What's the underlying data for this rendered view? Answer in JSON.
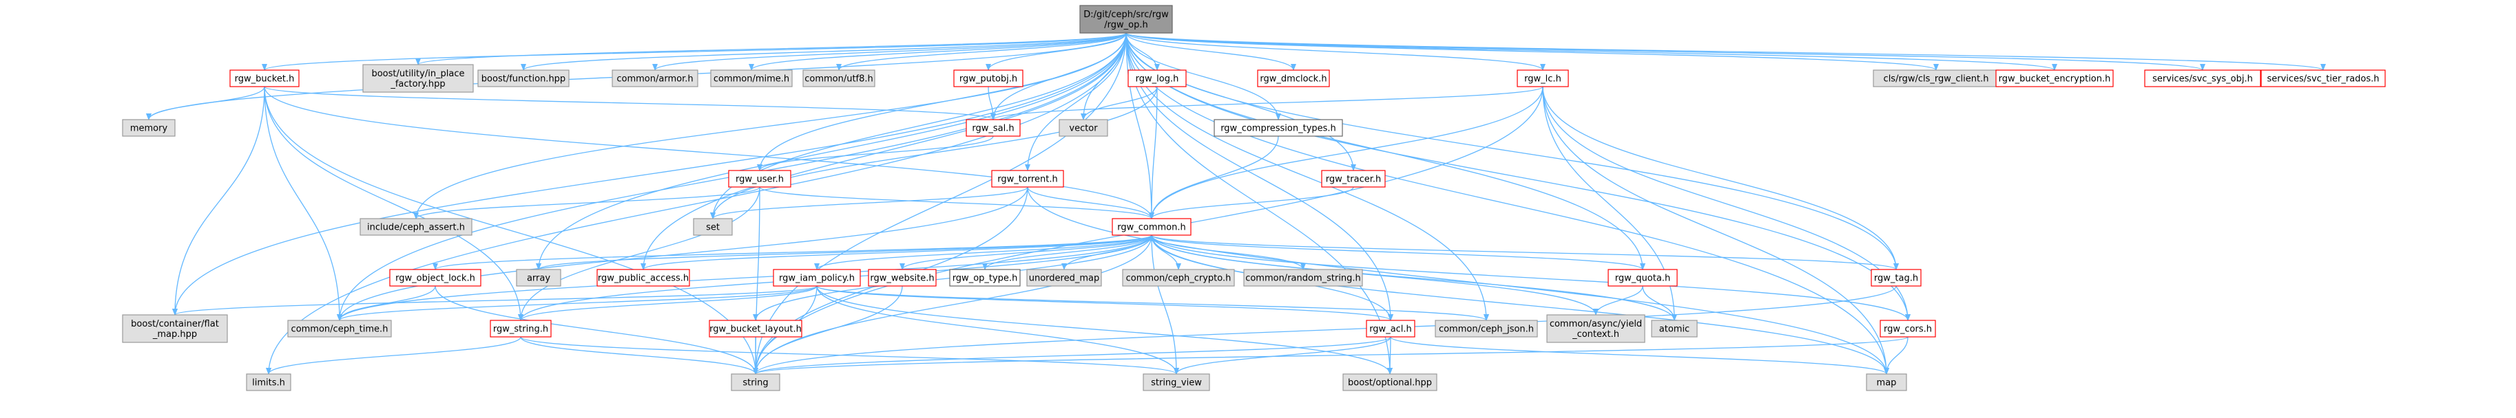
{
  "title": "rgw_op.h include dependency graph",
  "colors": {
    "edge": "#63b8ff",
    "edge_head": "#63b8ff",
    "node_gray_fill": "#e0e0e0",
    "node_gray_stroke": "#999999",
    "node_white_stroke": "#ff0000",
    "node_root_fill": "#999999",
    "node_root_stroke": "#666666",
    "text": "#000000"
  },
  "nodes": {
    "rgw_op": {
      "lines": [
        "D:/git/ceph/src/rgw",
        "/rgw_op.h"
      ],
      "style": "root"
    },
    "rgw_bucket": {
      "lines": [
        "rgw_bucket.h"
      ],
      "style": "red"
    },
    "boost_utility": {
      "lines": [
        "boost/utility/in_place",
        "_factory.hpp"
      ],
      "style": "gray"
    },
    "boost_function": {
      "lines": [
        "boost/function.hpp"
      ],
      "style": "gray"
    },
    "common_armor": {
      "lines": [
        "common/armor.h"
      ],
      "style": "gray"
    },
    "common_mime": {
      "lines": [
        "common/mime.h"
      ],
      "style": "gray"
    },
    "common_utf8": {
      "lines": [
        "common/utf8.h"
      ],
      "style": "gray"
    },
    "rgw_putobj": {
      "lines": [
        "rgw_putobj.h"
      ],
      "style": "red"
    },
    "rgw_log": {
      "lines": [
        "rgw_log.h"
      ],
      "style": "red"
    },
    "rgw_dmclock": {
      "lines": [
        "rgw_dmclock.h"
      ],
      "style": "red"
    },
    "rgw_lc": {
      "lines": [
        "rgw_lc.h"
      ],
      "style": "red"
    },
    "cls_rgw_client": {
      "lines": [
        "cls/rgw/cls_rgw_client.h"
      ],
      "style": "gray"
    },
    "rgw_bucket_encryption": {
      "lines": [
        "rgw_bucket_encryption.h"
      ],
      "style": "red"
    },
    "services_sys_obj": {
      "lines": [
        "services/svc_sys_obj.h"
      ],
      "style": "red"
    },
    "services_tier_rados": {
      "lines": [
        "services/svc_tier_rados.h"
      ],
      "style": "red"
    },
    "memory": {
      "lines": [
        "memory"
      ],
      "style": "gray"
    },
    "rgw_sal": {
      "lines": [
        "rgw_sal.h"
      ],
      "style": "red"
    },
    "vector": {
      "lines": [
        "vector"
      ],
      "style": "gray"
    },
    "rgw_compression_types": {
      "lines": [
        "rgw_compression_types.h"
      ],
      "style": "white"
    },
    "rgw_user": {
      "lines": [
        "rgw_user.h"
      ],
      "style": "red"
    },
    "rgw_torrent": {
      "lines": [
        "rgw_torrent.h"
      ],
      "style": "red"
    },
    "rgw_tracer": {
      "lines": [
        "rgw_tracer.h"
      ],
      "style": "red"
    },
    "include_ceph_assert": {
      "lines": [
        "include/ceph_assert.h"
      ],
      "style": "gray"
    },
    "set": {
      "lines": [
        "set"
      ],
      "style": "gray"
    },
    "rgw_common": {
      "lines": [
        "rgw_common.h"
      ],
      "style": "red"
    },
    "rgw_object_lock": {
      "lines": [
        "rgw_object_lock.h"
      ],
      "style": "red"
    },
    "array": {
      "lines": [
        "array"
      ],
      "style": "gray"
    },
    "rgw_public_access": {
      "lines": [
        "rgw_public_access.h"
      ],
      "style": "red"
    },
    "rgw_iam_policy": {
      "lines": [
        "rgw_iam_policy.h"
      ],
      "style": "red"
    },
    "rgw_website": {
      "lines": [
        "rgw_website.h"
      ],
      "style": "red"
    },
    "rgw_op_type": {
      "lines": [
        "rgw_op_type.h"
      ],
      "style": "white"
    },
    "unordered_map": {
      "lines": [
        "unordered_map"
      ],
      "style": "gray"
    },
    "common_ceph_crypto": {
      "lines": [
        "common/ceph_crypto.h"
      ],
      "style": "gray"
    },
    "common_random_string": {
      "lines": [
        "common/random_string.h"
      ],
      "style": "gray"
    },
    "rgw_quota": {
      "lines": [
        "rgw_quota.h"
      ],
      "style": "red"
    },
    "rgw_tag": {
      "lines": [
        "rgw_tag.h"
      ],
      "style": "red"
    },
    "boost_flat_map": {
      "lines": [
        "boost/container/flat",
        "_map.hpp"
      ],
      "style": "gray"
    },
    "common_ceph_time": {
      "lines": [
        "common/ceph_time.h"
      ],
      "style": "gray"
    },
    "rgw_string": {
      "lines": [
        "rgw_string.h"
      ],
      "style": "red"
    },
    "rgw_bucket_layout": {
      "lines": [
        "rgw_bucket_layout.h"
      ],
      "style": "red"
    },
    "rgw_acl": {
      "lines": [
        "rgw_acl.h"
      ],
      "style": "red"
    },
    "common_ceph_json": {
      "lines": [
        "common/ceph_json.h"
      ],
      "style": "gray"
    },
    "common_async_yield": {
      "lines": [
        "common/async/yield",
        "_context.h"
      ],
      "style": "gray"
    },
    "atomic": {
      "lines": [
        "atomic"
      ],
      "style": "gray"
    },
    "rgw_cors": {
      "lines": [
        "rgw_cors.h"
      ],
      "style": "red"
    },
    "limits": {
      "lines": [
        "limits.h"
      ],
      "style": "gray"
    },
    "string": {
      "lines": [
        "string"
      ],
      "style": "gray"
    },
    "string_view": {
      "lines": [
        "string_view"
      ],
      "style": "gray"
    },
    "boost_optional": {
      "lines": [
        "boost/optional.hpp"
      ],
      "style": "gray"
    },
    "map": {
      "lines": [
        "map"
      ],
      "style": "gray"
    }
  },
  "edges": [
    [
      "rgw_op",
      "rgw_bucket"
    ],
    [
      "rgw_op",
      "boost_utility"
    ],
    [
      "rgw_op",
      "boost_function"
    ],
    [
      "rgw_op",
      "common_armor"
    ],
    [
      "rgw_op",
      "common_mime"
    ],
    [
      "rgw_op",
      "common_utf8"
    ],
    [
      "rgw_op",
      "rgw_putobj"
    ],
    [
      "rgw_op",
      "rgw_log"
    ],
    [
      "rgw_op",
      "rgw_dmclock"
    ],
    [
      "rgw_op",
      "rgw_lc"
    ],
    [
      "rgw_op",
      "cls_rgw_client"
    ],
    [
      "rgw_op",
      "rgw_bucket_encryption"
    ],
    [
      "rgw_op",
      "services_sys_obj"
    ],
    [
      "rgw_op",
      "services_tier_rados"
    ],
    [
      "rgw_op",
      "memory"
    ],
    [
      "rgw_op",
      "rgw_sal"
    ],
    [
      "rgw_op",
      "vector"
    ],
    [
      "rgw_op",
      "rgw_compression_types"
    ],
    [
      "rgw_op",
      "rgw_user"
    ],
    [
      "rgw_op",
      "rgw_torrent"
    ],
    [
      "rgw_op",
      "rgw_tracer"
    ],
    [
      "rgw_op",
      "include_ceph_assert"
    ],
    [
      "rgw_op",
      "set"
    ],
    [
      "rgw_op",
      "rgw_common"
    ],
    [
      "rgw_op",
      "array"
    ],
    [
      "rgw_op",
      "rgw_public_access"
    ],
    [
      "rgw_op",
      "rgw_quota"
    ],
    [
      "rgw_op",
      "rgw_tag"
    ],
    [
      "rgw_op",
      "boost_flat_map"
    ],
    [
      "rgw_op",
      "common_ceph_time"
    ],
    [
      "rgw_op",
      "rgw_acl"
    ],
    [
      "rgw_op",
      "common_ceph_json"
    ],
    [
      "rgw_op",
      "rgw_cors"
    ],
    [
      "rgw_op",
      "limits"
    ],
    [
      "rgw_op",
      "string"
    ],
    [
      "rgw_op",
      "boost_optional"
    ],
    [
      "rgw_op",
      "map"
    ],
    [
      "rgw_bucket",
      "memory"
    ],
    [
      "rgw_bucket",
      "rgw_sal"
    ],
    [
      "rgw_bucket",
      "rgw_common"
    ],
    [
      "rgw_bucket",
      "boost_flat_map"
    ],
    [
      "rgw_bucket",
      "common_ceph_time"
    ],
    [
      "rgw_bucket",
      "rgw_string"
    ],
    [
      "rgw_bucket",
      "string"
    ],
    [
      "rgw_putobj",
      "rgw_sal"
    ],
    [
      "rgw_log",
      "vector"
    ],
    [
      "rgw_log",
      "rgw_common"
    ],
    [
      "rgw_log",
      "set"
    ],
    [
      "rgw_lc",
      "rgw_sal"
    ],
    [
      "rgw_lc",
      "rgw_common"
    ],
    [
      "rgw_lc",
      "rgw_tag"
    ],
    [
      "rgw_lc",
      "atomic"
    ],
    [
      "rgw_lc",
      "map"
    ],
    [
      "rgw_lc",
      "string"
    ],
    [
      "rgw_lc",
      "rgw_cors"
    ],
    [
      "rgw_sal",
      "rgw_user"
    ],
    [
      "rgw_compression_types",
      "rgw_common"
    ],
    [
      "rgw_user",
      "include_ceph_assert"
    ],
    [
      "rgw_user",
      "rgw_common"
    ],
    [
      "rgw_user",
      "rgw_string"
    ],
    [
      "rgw_user",
      "string"
    ],
    [
      "rgw_torrent",
      "rgw_common"
    ],
    [
      "rgw_torrent",
      "set"
    ],
    [
      "rgw_torrent",
      "common_ceph_time"
    ],
    [
      "rgw_torrent",
      "map"
    ],
    [
      "rgw_torrent",
      "string"
    ],
    [
      "rgw_tracer",
      "rgw_common"
    ],
    [
      "rgw_common",
      "array"
    ],
    [
      "rgw_common",
      "rgw_object_lock"
    ],
    [
      "rgw_common",
      "rgw_public_access"
    ],
    [
      "rgw_common",
      "rgw_iam_policy"
    ],
    [
      "rgw_common",
      "rgw_website"
    ],
    [
      "rgw_common",
      "rgw_op_type"
    ],
    [
      "rgw_common",
      "unordered_map"
    ],
    [
      "rgw_common",
      "common_ceph_crypto"
    ],
    [
      "rgw_common",
      "common_random_string"
    ],
    [
      "rgw_common",
      "rgw_quota"
    ],
    [
      "rgw_common",
      "rgw_tag"
    ],
    [
      "rgw_common",
      "common_ceph_time"
    ],
    [
      "rgw_common",
      "rgw_string"
    ],
    [
      "rgw_common",
      "rgw_bucket_layout"
    ],
    [
      "rgw_common",
      "rgw_acl"
    ],
    [
      "rgw_common",
      "common_async_yield"
    ],
    [
      "rgw_common",
      "atomic"
    ],
    [
      "rgw_common",
      "rgw_cors"
    ],
    [
      "rgw_common",
      "string"
    ],
    [
      "rgw_common",
      "string_view"
    ],
    [
      "rgw_common",
      "map"
    ],
    [
      "rgw_object_lock",
      "common_ceph_time"
    ],
    [
      "rgw_object_lock",
      "string"
    ],
    [
      "rgw_iam_policy",
      "boost_flat_map"
    ],
    [
      "rgw_iam_policy",
      "common_ceph_time"
    ],
    [
      "rgw_iam_policy",
      "rgw_string"
    ],
    [
      "rgw_iam_policy",
      "common_ceph_json"
    ],
    [
      "rgw_iam_policy",
      "string"
    ],
    [
      "rgw_iam_policy",
      "string_view"
    ],
    [
      "rgw_iam_policy",
      "boost_optional"
    ],
    [
      "rgw_iam_policy",
      "rgw_acl"
    ],
    [
      "rgw_website",
      "string"
    ],
    [
      "rgw_quota",
      "common_async_yield"
    ],
    [
      "rgw_quota",
      "atomic"
    ],
    [
      "rgw_tag",
      "string"
    ],
    [
      "rgw_string",
      "limits"
    ],
    [
      "rgw_string",
      "string"
    ],
    [
      "rgw_string",
      "string_view"
    ],
    [
      "rgw_bucket_layout",
      "string"
    ],
    [
      "rgw_acl",
      "string"
    ],
    [
      "rgw_acl",
      "string_view"
    ],
    [
      "rgw_acl",
      "boost_optional"
    ],
    [
      "rgw_acl",
      "map"
    ],
    [
      "rgw_cors",
      "map"
    ],
    [
      "rgw_cors",
      "string"
    ]
  ]
}
